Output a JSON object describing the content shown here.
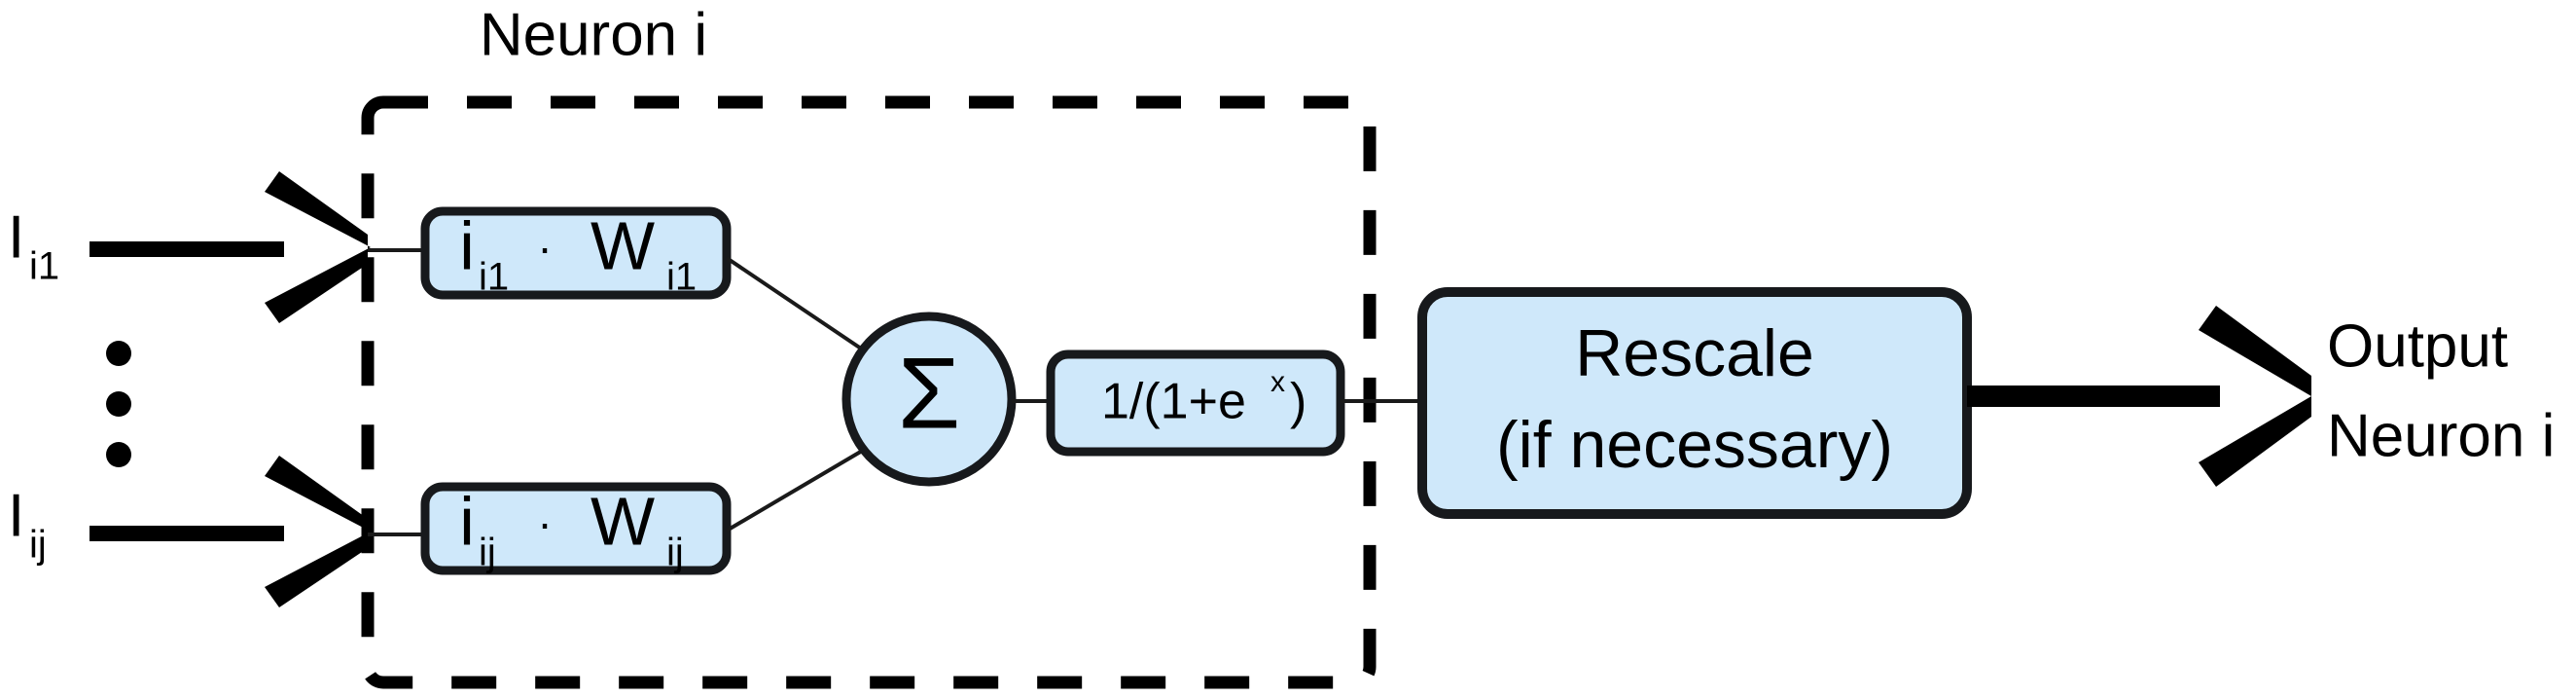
{
  "figure": {
    "title": "Neuron i",
    "background_color": "#ffffff",
    "node_fill_color": "#cfe8fa",
    "node_stroke_color": "#17191c",
    "line_color": "#000000"
  },
  "inputs": [
    {
      "id": "input-1",
      "base": "I",
      "subscript": "i1"
    },
    {
      "id": "input-j",
      "base": "I",
      "subscript": "ij"
    }
  ],
  "vertical_ellipsis": {
    "name": "vertical-ellipsis",
    "dot_count": 3
  },
  "weight_nodes": [
    {
      "id": "weight-node-i1",
      "input_base": "i",
      "input_sub": "i1",
      "operator": "·",
      "weight_base": "W",
      "weight_sub": "i1"
    },
    {
      "id": "weight-node-ij",
      "input_base": "i",
      "input_sub": "ij",
      "operator": "·",
      "weight_base": "W",
      "weight_sub": "ij"
    }
  ],
  "summation_node": {
    "id": "summation-node",
    "symbol": "Σ"
  },
  "activation_node": {
    "id": "activation-node",
    "prefix": "1/(1+e",
    "exponent": "x",
    "suffix": ")"
  },
  "rescale_node": {
    "id": "rescale-node",
    "line1": "Rescale",
    "line2": "(if necessary)"
  },
  "output": {
    "line1": "Output",
    "line2": "Neuron i"
  },
  "neuron_boundary": {
    "name": "neuron-dashed-boundary",
    "style": "dashed"
  }
}
